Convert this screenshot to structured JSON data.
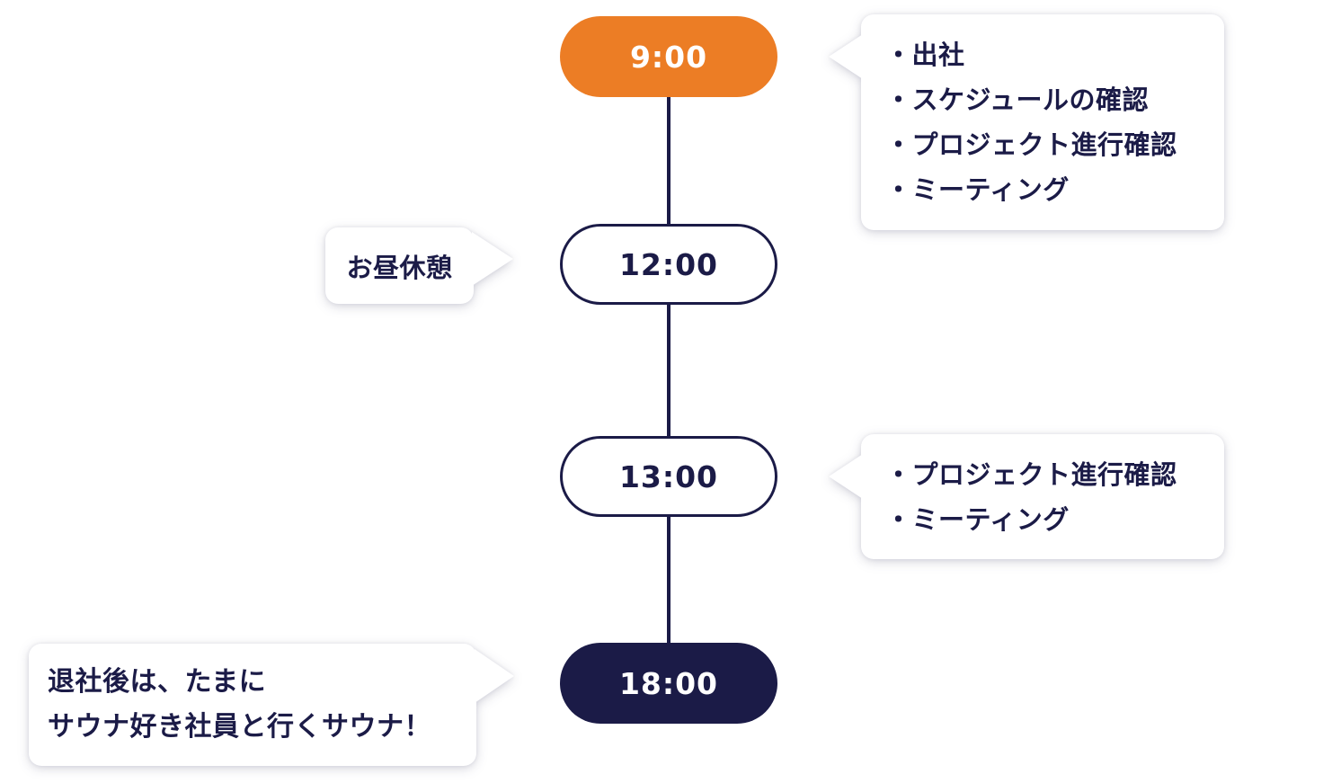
{
  "colors": {
    "orange": "#EC7D25",
    "navy": "#1B1B47",
    "bubble-bg": "#FFFFFF",
    "page-bg": "#FFFFFF"
  },
  "timeline": {
    "entries": [
      {
        "time": "9:00",
        "style": "filled-orange"
      },
      {
        "time": "12:00",
        "style": "outline"
      },
      {
        "time": "13:00",
        "style": "outline"
      },
      {
        "time": "18:00",
        "style": "filled-navy"
      }
    ]
  },
  "bubbles": {
    "morning": {
      "items": [
        "・出社",
        "・スケジュールの確認",
        "・プロジェクト進行確認",
        "・ミーティング"
      ]
    },
    "lunch": {
      "label": "お昼休憩"
    },
    "afternoon": {
      "items": [
        "・プロジェクト進行確認",
        "・ミーティング"
      ]
    },
    "evening": {
      "line1": "退社後は、たまに",
      "line2": "サウナ好き社員と行くサウナ！"
    }
  }
}
